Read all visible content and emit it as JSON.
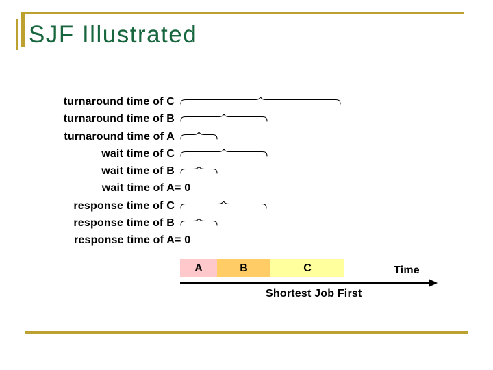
{
  "slide": {
    "title": "SJF Illustrated",
    "accent_gold": "#BCA030",
    "title_color": "#17663E"
  },
  "rows": [
    {
      "text": "turnaround time of C",
      "suffix": "",
      "brace_w": 235
    },
    {
      "text": "turnaround time of B",
      "suffix": "",
      "brace_w": 128
    },
    {
      "text": "turnaround time of A",
      "suffix": "",
      "brace_w": 55
    },
    {
      "text": "wait time of C",
      "suffix": "",
      "brace_w": 128
    },
    {
      "text": "wait time of B",
      "suffix": "",
      "brace_w": 55
    },
    {
      "text": "wait time of A",
      "suffix": " = 0",
      "brace_w": 0
    },
    {
      "text": "response time of C",
      "suffix": "",
      "brace_w": 127
    },
    {
      "text": "response time of B",
      "suffix": "",
      "brace_w": 55
    },
    {
      "text": "response time of A",
      "suffix": " = 0",
      "brace_w": 0
    }
  ],
  "timeline": {
    "segments": [
      {
        "label": "A",
        "color": "#FFC9CC"
      },
      {
        "label": "B",
        "color": "#FFCC66"
      },
      {
        "label": "C",
        "color": "#FFFF9E"
      }
    ],
    "axis_label": "Time",
    "caption": "Shortest Job First"
  }
}
